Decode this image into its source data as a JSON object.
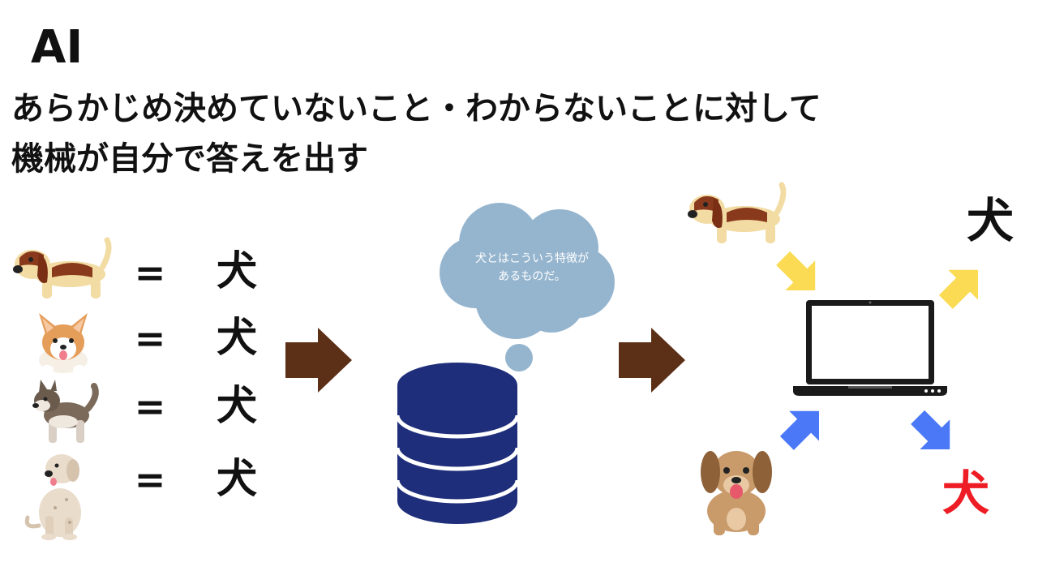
{
  "title": "AI",
  "subtitle_lines": [
    "あらかじめ決めていないこと・わからないことに対して",
    "機械が自分で答えを出す"
  ],
  "training": {
    "equals": "=",
    "label": "犬",
    "dogs": [
      "beagle-icon",
      "corgi-icon",
      "husky-icon",
      "labrador-icon"
    ]
  },
  "thought_bubble": {
    "line1": "犬とはこういう特徴が",
    "line2": "あるものだ。"
  },
  "output": {
    "top_label": "犬",
    "bottom_label": "犬",
    "bottom_color": "#ee1c24"
  },
  "colors": {
    "brown_arrow": "#5c2f17",
    "database": "#1f2e7a",
    "bubble": "#95b5cf",
    "yellow_arrow": "#fbdb53",
    "blue_arrow": "#4a78f6"
  }
}
